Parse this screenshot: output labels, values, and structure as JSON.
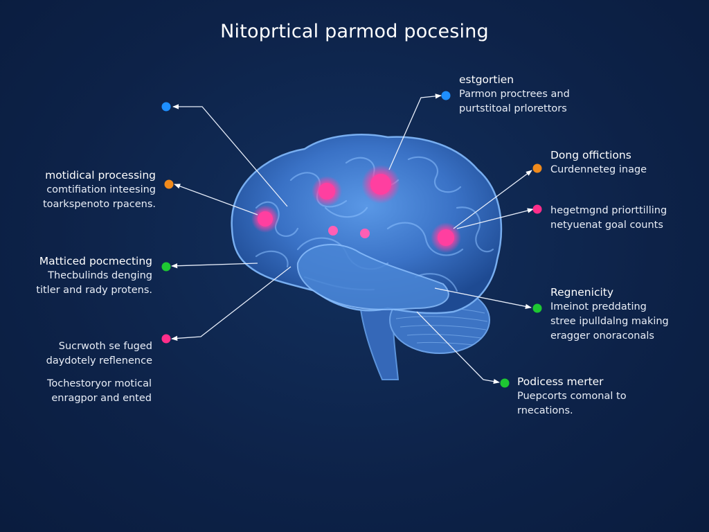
{
  "title": "Nitoprtical parmod pocesing",
  "colors": {
    "background": "#0d2248",
    "blue": "#1e8fff",
    "orange": "#f08a1c",
    "pink": "#ff2e8a",
    "green": "#1ec832",
    "brain": "#3f7ed4",
    "hotspot": "#ff3fa0"
  },
  "labels": {
    "l1": {
      "title": "motidical processing",
      "lines": [
        "comtifiation inteesing",
        "toarkspenoto rpacens."
      ]
    },
    "l2": {
      "title": "Matticed pocmecting",
      "lines": [
        "Thecbulinds denging",
        "titler and rady protens."
      ]
    },
    "l3": {
      "title": "",
      "lines": [
        "Sucrwoth se fuged",
        "daydotely reflenence"
      ]
    },
    "l4": {
      "title": "",
      "lines": [
        "Tochestoryor motical",
        "enragpor and ented"
      ]
    },
    "r1": {
      "title": "estgortien",
      "lines": [
        "Parmon proctrees and",
        "purtstitoal prlorettors"
      ]
    },
    "r2": {
      "title": "Dong offictions",
      "lines": [
        "Curdenneteg inage"
      ]
    },
    "r3": {
      "title": "",
      "lines": [
        "hegetmgnd priorttilling",
        "netyuenat goal counts"
      ]
    },
    "r4": {
      "title": "Regnenicity",
      "lines": [
        "Imeinot preddating",
        "stree ipulldalng making",
        "eragger onoraconals"
      ]
    },
    "r5": {
      "title": "Podicess merter",
      "lines": [
        "Puepcorts comonal to",
        "rnecations."
      ]
    }
  }
}
